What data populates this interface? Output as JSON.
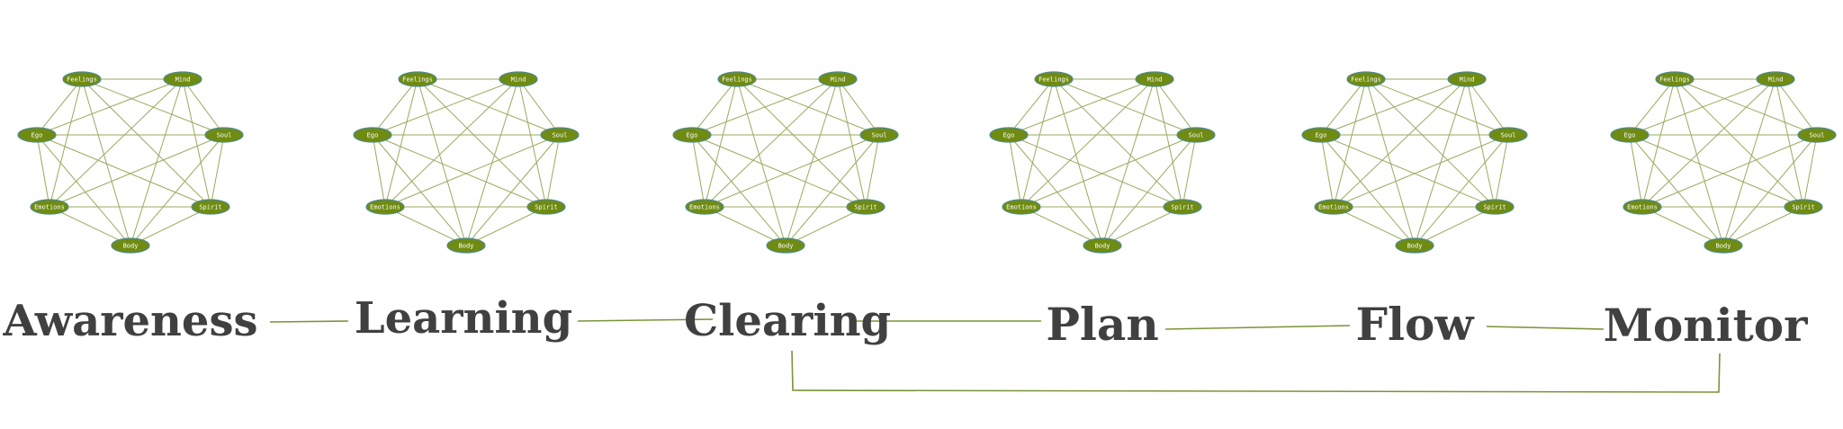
{
  "network": {
    "nodes": [
      "Feelings",
      "Mind",
      "Ego",
      "Soul",
      "Emotions",
      "Spirit",
      "Body"
    ],
    "node_fill": "#6f8b12",
    "node_stroke": "#4f8a8b",
    "edge_color": "#9aaa5e",
    "fully_connected": true,
    "copies": 6
  },
  "stages": [
    {
      "label": "Awareness"
    },
    {
      "label": "Learning"
    },
    {
      "label": "Clearing"
    },
    {
      "label": "Plan"
    },
    {
      "label": "Flow"
    },
    {
      "label": "Monitor"
    }
  ],
  "connectors": {
    "color": "#7a9438",
    "chain": [
      "Awareness",
      "Learning",
      "Clearing",
      "Plan",
      "Flow",
      "Monitor"
    ],
    "loop": [
      "Monitor",
      "Clearing"
    ]
  }
}
